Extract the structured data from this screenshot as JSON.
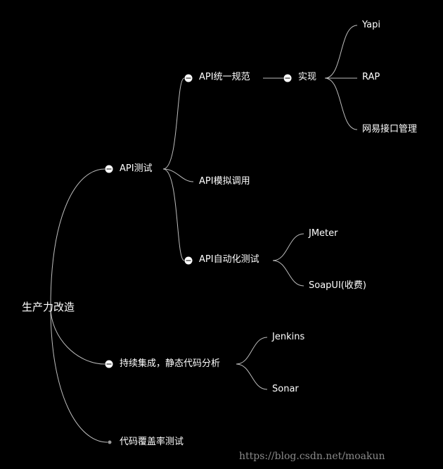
{
  "mindmap": {
    "root": "生产力改造",
    "branches": [
      {
        "label": "API测试",
        "children": [
          {
            "label": "API统一规范",
            "children": [
              {
                "label": "实现",
                "children": [
                  "Yapi",
                  "RAP",
                  "网易接口管理"
                ]
              }
            ]
          },
          {
            "label": "API模拟调用"
          },
          {
            "label": "API自动化测试",
            "children": [
              "JMeter",
              "SoapUI(收费)"
            ]
          }
        ]
      },
      {
        "label": "持续集成，静态代码分析",
        "children": [
          "Jenkins",
          "Sonar"
        ]
      },
      {
        "label": "代码覆盖率测试"
      }
    ],
    "watermark": "https://blog.csdn.net/moakun"
  }
}
